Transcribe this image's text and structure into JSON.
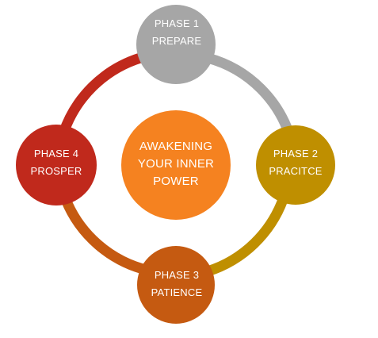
{
  "center": {
    "lines": [
      "AWAKENING",
      "YOUR INNER",
      "POWER"
    ],
    "color": "#F58220"
  },
  "phases": [
    {
      "title": "PHASE 1",
      "name": "PREPARE",
      "color": "#A6A6A6"
    },
    {
      "title": "PHASE 2",
      "name": "PRACITCE",
      "color": "#BF8F00"
    },
    {
      "title": "PHASE 3",
      "name": "PATIENCE",
      "color": "#C55A11"
    },
    {
      "title": "PHASE 4",
      "name": "PROSPER",
      "color": "#C0291C"
    }
  ],
  "arcs": [
    {
      "from": "phase-1",
      "to": "phase-2",
      "color": "#A6A6A6"
    },
    {
      "from": "phase-2",
      "to": "phase-3",
      "color": "#BF8F00"
    },
    {
      "from": "phase-3",
      "to": "phase-4",
      "color": "#C55A11"
    },
    {
      "from": "phase-4",
      "to": "phase-1",
      "color": "#C0291C"
    }
  ]
}
